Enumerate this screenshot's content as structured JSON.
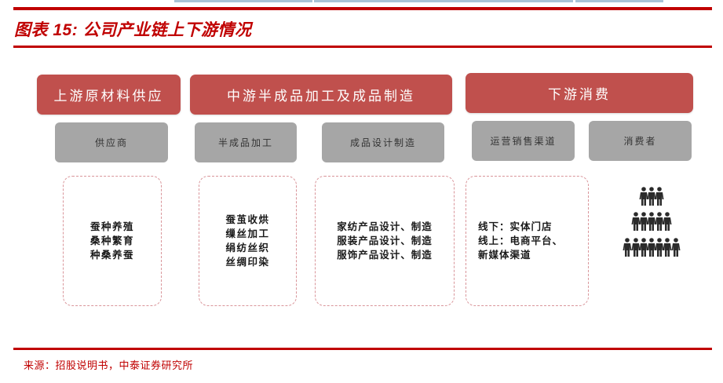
{
  "figure": {
    "title": "图表 15: 公司产业链上下游情况",
    "source": "来源：招股说明书，中泰证券研究所"
  },
  "stages": [
    {
      "label": "上游原材料供应",
      "sub": [
        {
          "label": "供应商",
          "details": [
            "蚕种养殖",
            "桑种繁育",
            "种桑养蚕"
          ]
        }
      ]
    },
    {
      "label": "中游半成品加工及成品制造",
      "sub": [
        {
          "label": "半成品加工",
          "details": [
            "蚕茧收烘",
            "缫丝加工",
            "绢纺丝织",
            "丝绸印染"
          ]
        },
        {
          "label": "成品设计制造",
          "details": [
            "家纺产品设计、制造",
            "服装产品设计、制造",
            "服饰产品设计、制造"
          ]
        }
      ]
    },
    {
      "label": "下游消费",
      "sub": [
        {
          "label": "运营销售渠道",
          "details": [
            "线下：实体门店",
            "线上：电商平台、",
            "新媒体渠道"
          ]
        },
        {
          "label": "消费者",
          "icon": "people-pyramid-icon"
        }
      ]
    }
  ],
  "colors": {
    "accent": "#c00000",
    "stage_fill": "#c0504d",
    "sub_fill": "#a6a6a6",
    "dash_border": "#d9959a"
  }
}
